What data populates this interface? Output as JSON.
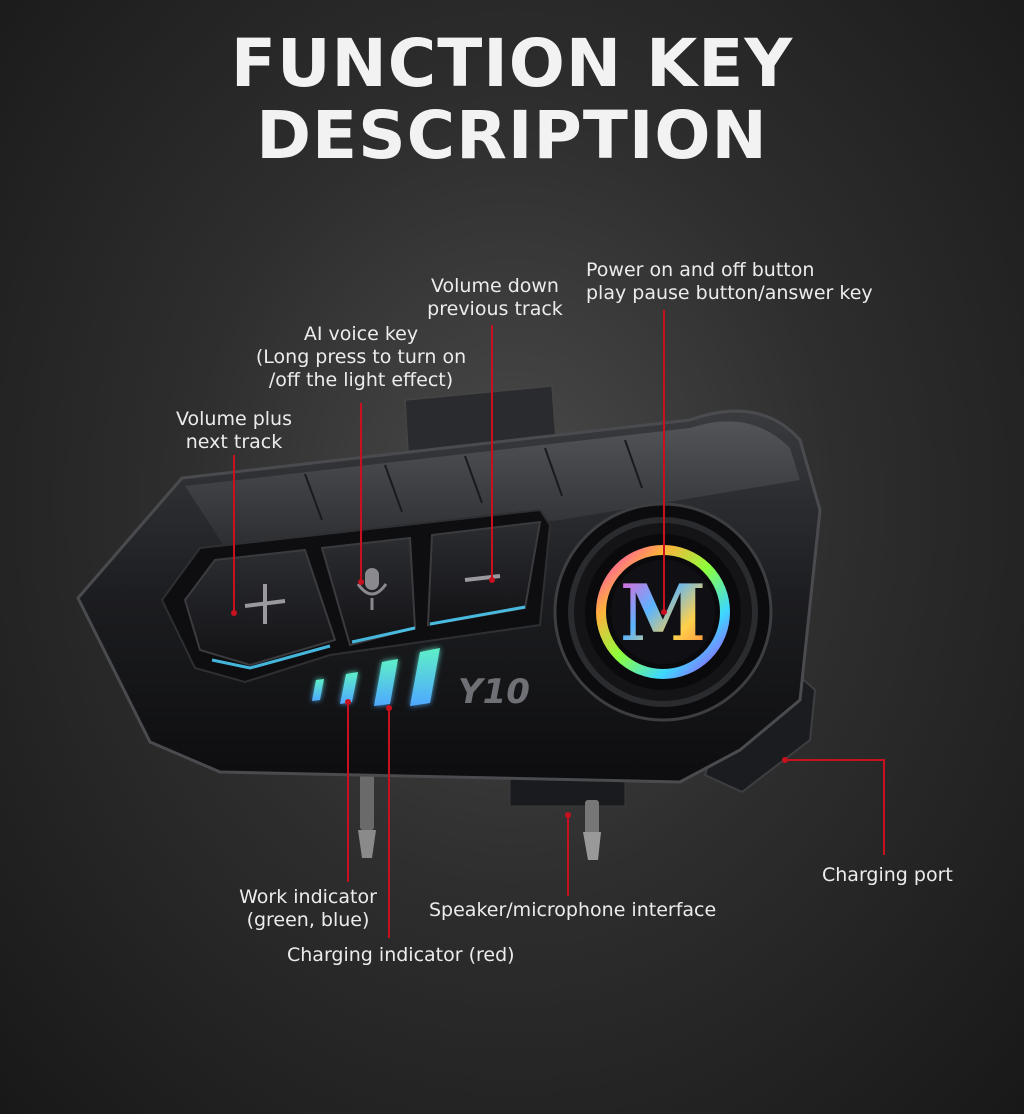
{
  "title": {
    "line1": "FUNCTION KEY",
    "line2": "DESCRIPTION"
  },
  "device": {
    "model_text": "Y10",
    "logo_letter": "M"
  },
  "callouts": {
    "volume_plus": {
      "line1": "Volume plus",
      "line2": "next track"
    },
    "ai_voice": {
      "line1": "AI voice key",
      "line2": "(Long press to turn on",
      "line3": "/off the light effect)"
    },
    "volume_down": {
      "line1": "Volume down",
      "line2": "previous track"
    },
    "power": {
      "line1": "Power on and off button",
      "line2": "play pause button/answer key"
    },
    "work_indicator": {
      "line1": "Work indicator",
      "line2": "(green, blue)"
    },
    "charging_indicator": {
      "text": "Charging indicator (red)"
    },
    "speaker_mic": {
      "text": "Speaker/microphone interface"
    },
    "charging_port": {
      "text": "Charging port"
    }
  },
  "colors": {
    "leader_line": "#c8101e",
    "led_cyan": "#4fd4ff",
    "led_green": "#5ef0c8"
  }
}
